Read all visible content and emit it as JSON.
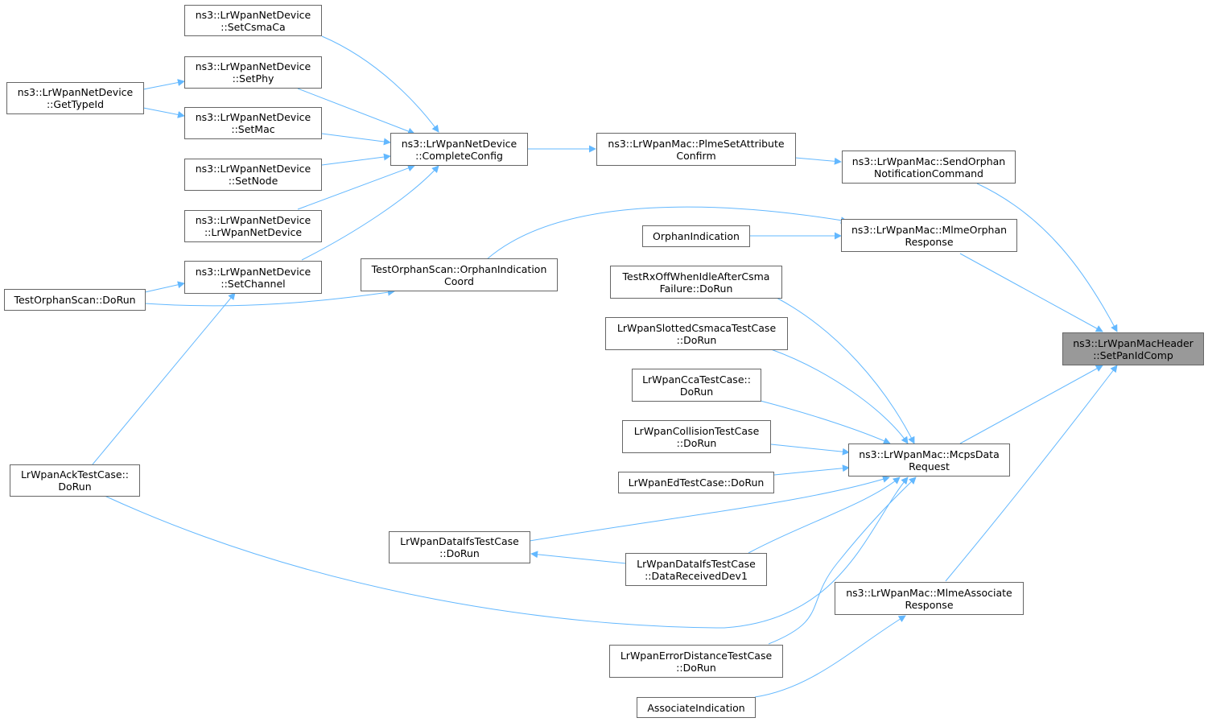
{
  "colors": {
    "edge": "#63b8ff",
    "border": "#666666",
    "focus_fill": "#999999",
    "node_fill": "#ffffff"
  },
  "nodes": {
    "setcsmaca": {
      "line1": "ns3::LrWpanNetDevice",
      "line2": "::SetCsmaCa"
    },
    "setphy": {
      "line1": "ns3::LrWpanNetDevice",
      "line2": "::SetPhy"
    },
    "gettypeid": {
      "line1": "ns3::LrWpanNetDevice",
      "line2": "::GetTypeId"
    },
    "setmac": {
      "line1": "ns3::LrWpanNetDevice",
      "line2": "::SetMac"
    },
    "completeconfig": {
      "line1": "ns3::LrWpanNetDevice",
      "line2": "::CompleteConfig"
    },
    "plmesetattr": {
      "line1": "ns3::LrWpanMac::PlmeSetAttribute",
      "line2": "Confirm"
    },
    "sendorphan": {
      "line1": "ns3::LrWpanMac::SendOrphan",
      "line2": "NotificationCommand"
    },
    "setnode": {
      "line1": "ns3::LrWpanNetDevice",
      "line2": "::SetNode"
    },
    "lrwpannetdevice": {
      "line1": "ns3::LrWpanNetDevice",
      "line2": "::LrWpanNetDevice"
    },
    "mlmeorphan": {
      "line1": "ns3::LrWpanMac::MlmeOrphan",
      "line2": "Response"
    },
    "orphanindication": {
      "line1": "OrphanIndication",
      "line2": ""
    },
    "setchannel": {
      "line1": "ns3::LrWpanNetDevice",
      "line2": "::SetChannel"
    },
    "orphanindcoord": {
      "line1": "TestOrphanScan::OrphanIndication",
      "line2": "Coord"
    },
    "testorphandorun": {
      "line1": "TestOrphanScan::DoRun",
      "line2": ""
    },
    "testrxoff": {
      "line1": "TestRxOffWhenIdleAfterCsma",
      "line2": "Failure::DoRun"
    },
    "slottedcsma": {
      "line1": "LrWpanSlottedCsmacaTestCase",
      "line2": "::DoRun"
    },
    "setpanidcomp": {
      "line1": "ns3::LrWpanMacHeader",
      "line2": "::SetPanIdComp"
    },
    "ccatest": {
      "line1": "LrWpanCcaTestCase::",
      "line2": "DoRun"
    },
    "collisiontest": {
      "line1": "LrWpanCollisionTestCase",
      "line2": "::DoRun"
    },
    "mcpsdata": {
      "line1": "ns3::LrWpanMac::McpsData",
      "line2": "Request"
    },
    "edtest": {
      "line1": "LrWpanEdTestCase::DoRun",
      "line2": ""
    },
    "acktest": {
      "line1": "LrWpanAckTestCase::",
      "line2": "DoRun"
    },
    "dataifsdorun": {
      "line1": "LrWpanDataIfsTestCase",
      "line2": "::DoRun"
    },
    "dataifsrecv": {
      "line1": "LrWpanDataIfsTestCase",
      "line2": "::DataReceivedDev1"
    },
    "mlmeassoc": {
      "line1": "ns3::LrWpanMac::MlmeAssociate",
      "line2": "Response"
    },
    "errordistance": {
      "line1": "LrWpanErrorDistanceTestCase",
      "line2": "::DoRun"
    },
    "associndication": {
      "line1": "AssociateIndication",
      "line2": ""
    }
  }
}
